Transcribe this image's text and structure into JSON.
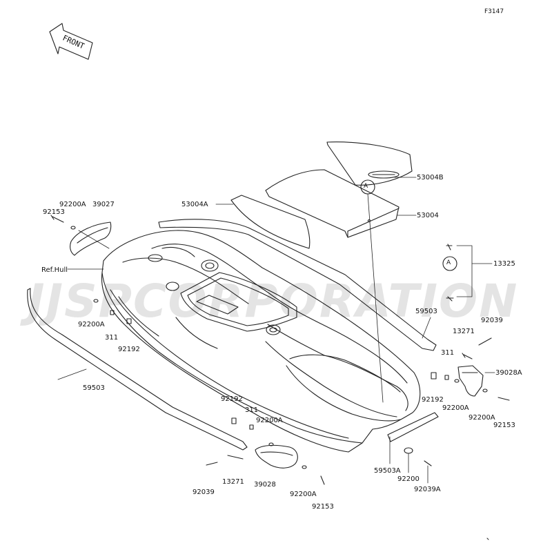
{
  "figure_code": "F3147",
  "front_label": "FRONT",
  "watermark": "JJSPCORPORATION",
  "callout_letter": "A",
  "labels": {
    "l_92153_tl": "92153",
    "l_92200A_tl": "92200A",
    "l_39027": "39027",
    "l_refhull": "Ref.Hull",
    "l_92200A_l": "92200A",
    "l_311_l": "311",
    "l_92192_l": "92192",
    "l_59503_l": "59503",
    "l_53004A": "53004A",
    "l_53004B": "53004B",
    "l_53004": "53004",
    "l_13325": "13325",
    "l_59503_r": "59503",
    "l_13271_r": "13271",
    "l_92039_r": "92039",
    "l_311_r": "311",
    "l_39028A": "39028A",
    "l_92192_r": "92192",
    "l_92200A_r1": "92200A",
    "l_92200A_r2": "92200A",
    "l_92153_r": "92153",
    "l_92192_b": "92192",
    "l_311_b": "311",
    "l_92200A_b1": "92200A",
    "l_92039_b": "92039",
    "l_13271_b": "13271",
    "l_39028": "39028",
    "l_92200A_b2": "92200A",
    "l_92153_b": "92153",
    "l_59503A": "59503A",
    "l_92200": "92200",
    "l_92039A": "92039A"
  }
}
